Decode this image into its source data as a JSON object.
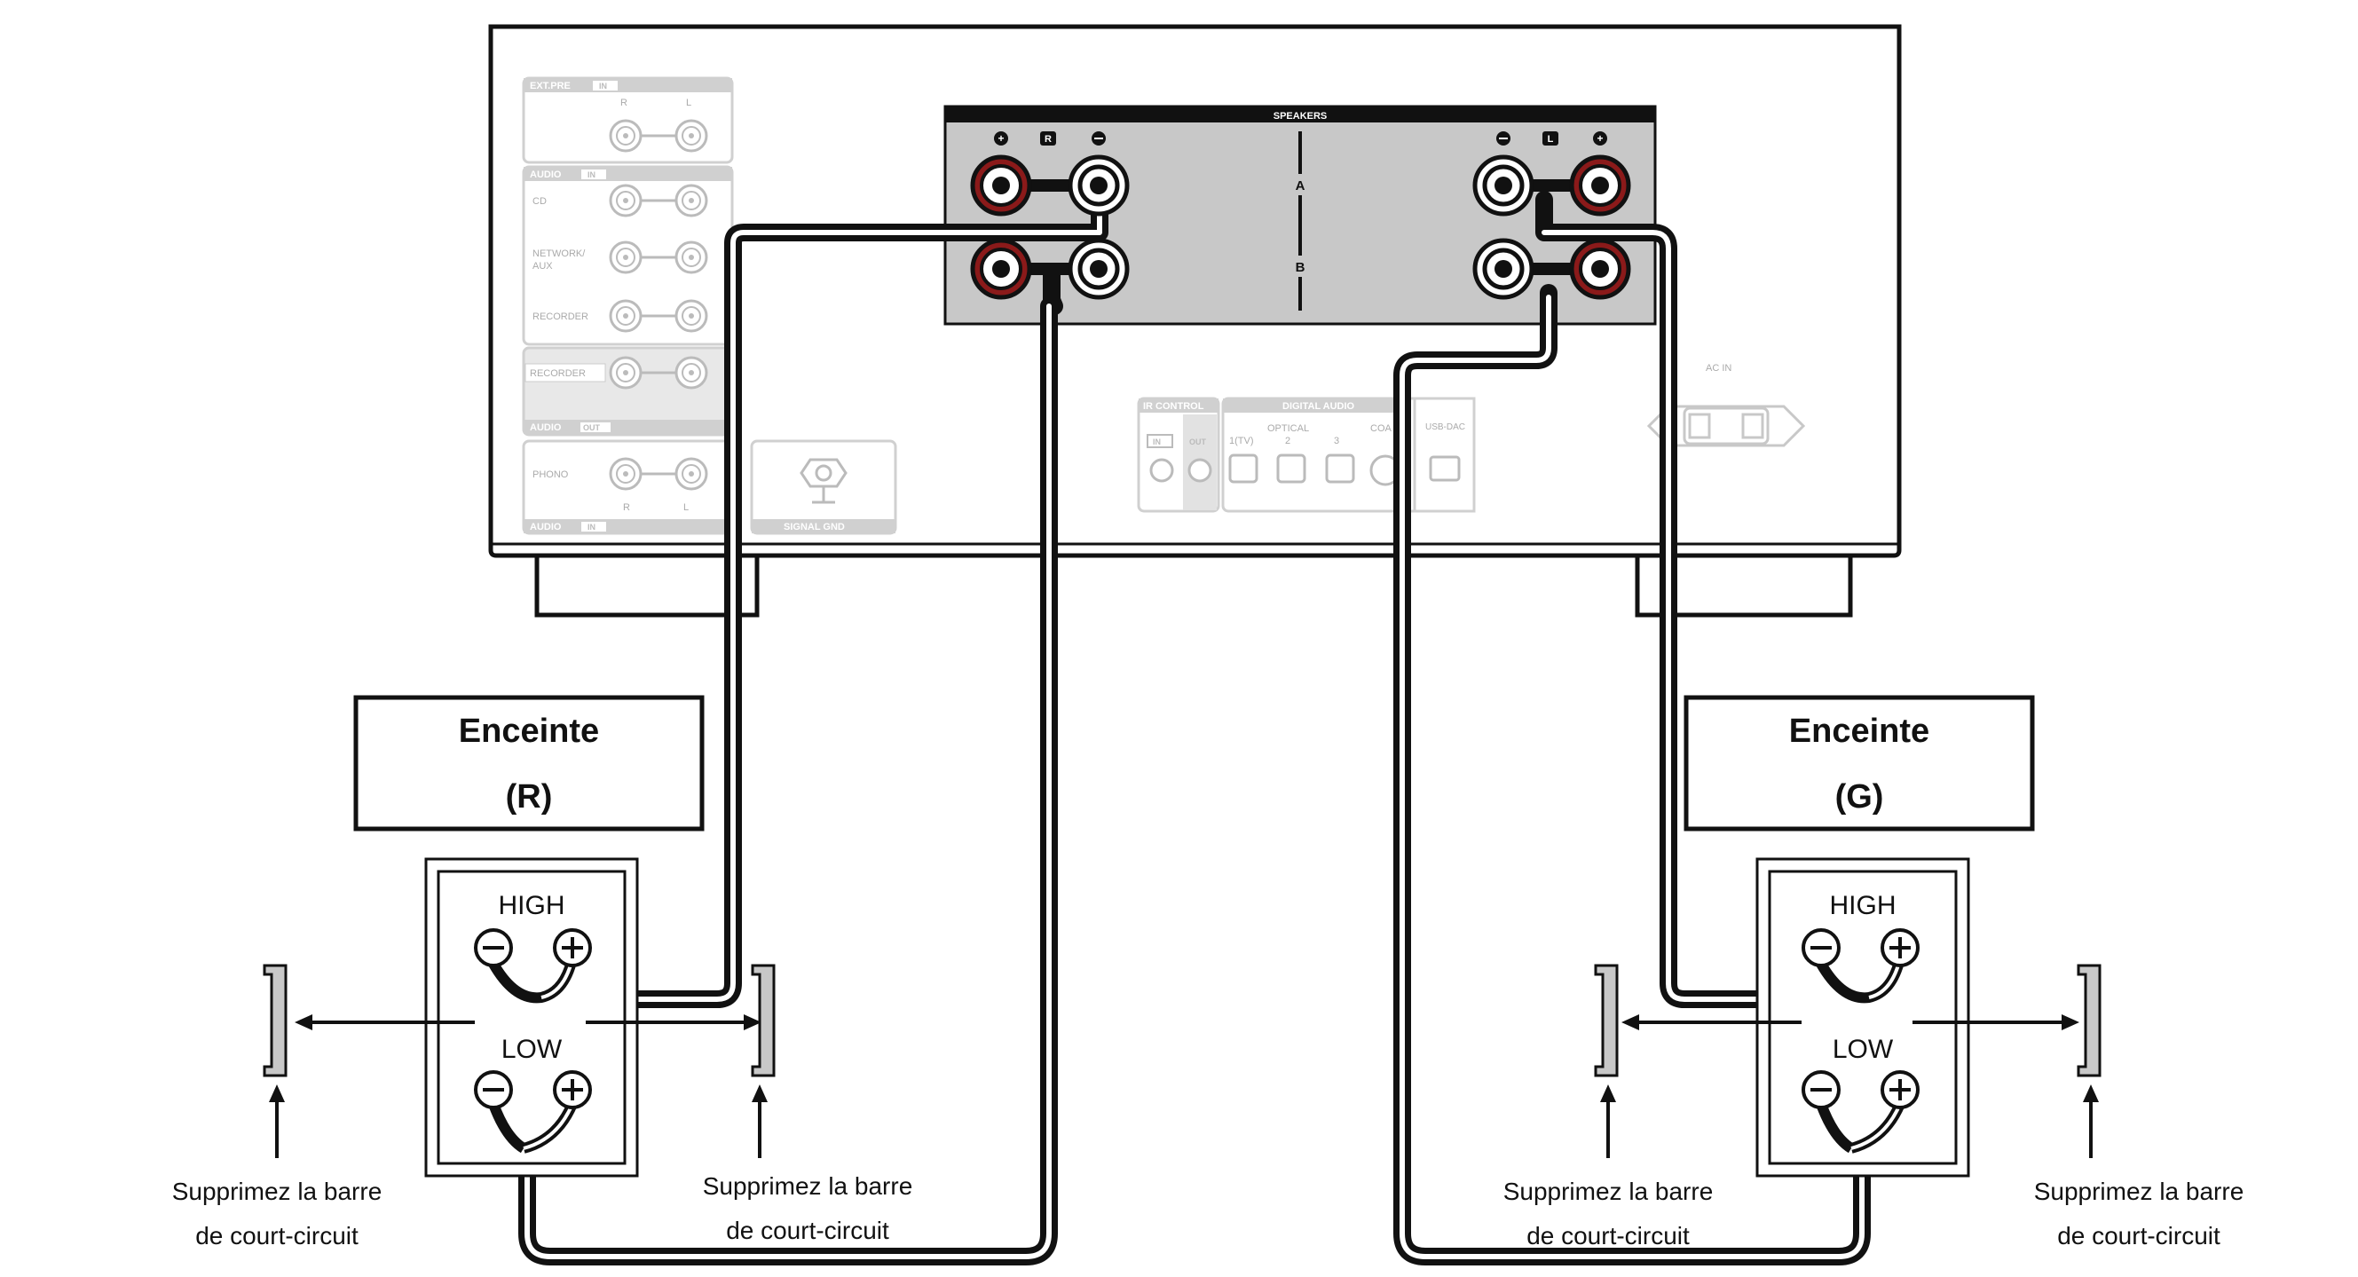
{
  "amplifier": {
    "speakers_title": "SPEAKERS",
    "channel_r": "R",
    "channel_l": "L",
    "row_a": "A",
    "row_b": "B",
    "ext_pre": "EXT.PRE",
    "in_badge": "IN",
    "out_badge": "OUT",
    "audio": "AUDIO",
    "cd": "CD",
    "network_1": "NETWORK/",
    "network_2": "AUX",
    "recorder": "RECORDER",
    "phono": "PHONO",
    "signal_gnd": "SIGNAL GND",
    "ir_control": "IR CONTROL",
    "digital_audio": "DIGITAL AUDIO",
    "optical": "OPTICAL",
    "opt_1": "1(TV)",
    "opt_2": "2",
    "opt_3": "3",
    "coax": "COA",
    "usb_dac": "USB-DAC",
    "ac_in": "AC IN"
  },
  "speaker_right": {
    "title_line1": "Enceinte",
    "title_line2": "(R)",
    "high": "HIGH",
    "low": "LOW"
  },
  "speaker_left": {
    "title_line1": "Enceinte",
    "title_line2": "(G)",
    "high": "HIGH",
    "low": "LOW"
  },
  "notes": {
    "remove_bar_line1": "Supprimez la barre",
    "remove_bar_line2": "de court-circuit"
  },
  "colors": {
    "line": "#111111",
    "panel_gray": "#c8c8c8",
    "terminal_red": "#8b1a1a",
    "panel_light": "#d9d9d9"
  }
}
